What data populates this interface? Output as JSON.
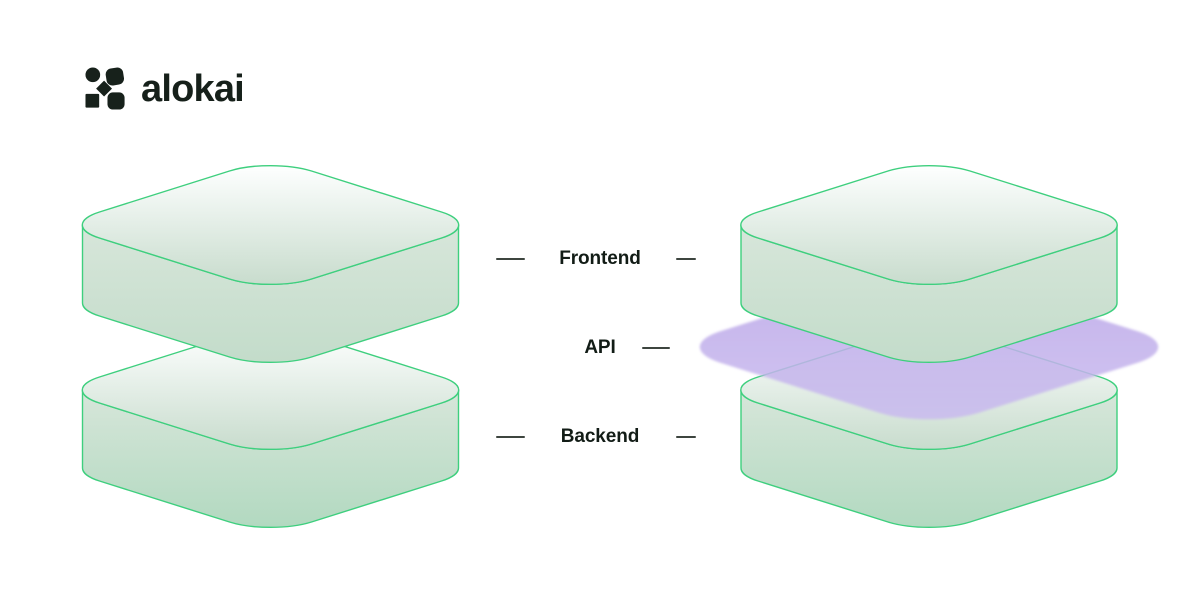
{
  "logo": {
    "text": "alokai"
  },
  "legend": {
    "rows": [
      {
        "id": "frontend",
        "label": "Frontend"
      },
      {
        "id": "api",
        "label": "API"
      },
      {
        "id": "backend",
        "label": "Backend"
      }
    ]
  },
  "diagram": {
    "left_stack": {
      "layers": [
        "frontend-box",
        "backend-box"
      ]
    },
    "right_stack": {
      "layers": [
        "frontend-box",
        "api-layer",
        "backend-box"
      ]
    }
  },
  "colors": {
    "outline_green": "#3ecf7e",
    "box_face_top": "#feffff",
    "box_face_bottom": "#c8dccd",
    "box_side_top": "#d7e6da",
    "box_side_bottom": "#c3dcca",
    "box_side_bottom_deep": "#b2d9c0",
    "api_purple_top": "#b9a5e7",
    "api_purple_bottom": "#c9baef",
    "label_text": "#121c16",
    "dash": "#3d453f",
    "logo_mark": "#17211b"
  }
}
